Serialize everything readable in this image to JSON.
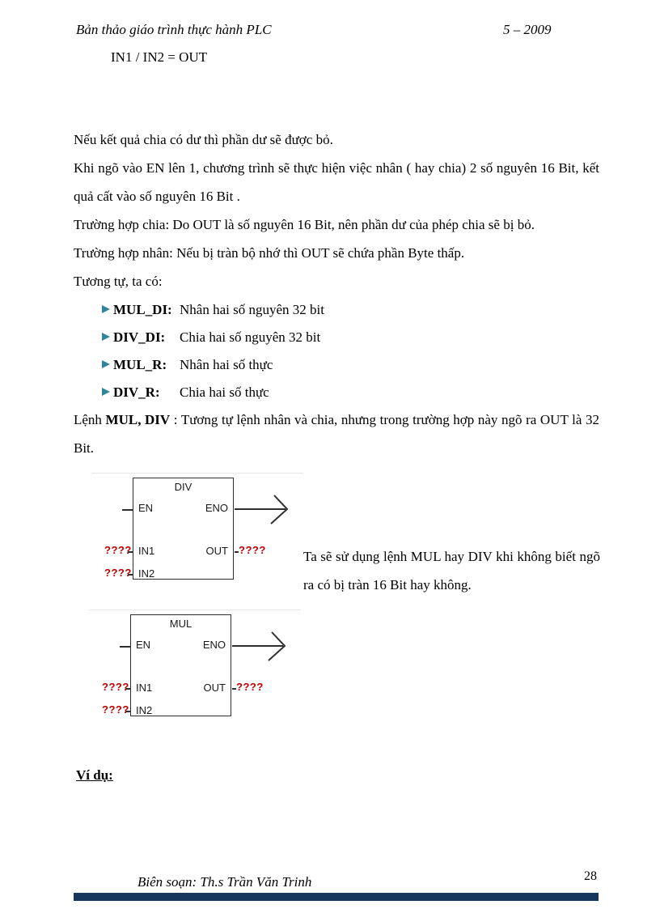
{
  "colors": {
    "placeholder_text": "#c00000",
    "footer_bar": "#17365D",
    "bullet_icon": "#31849B"
  },
  "header": {
    "left": "Bản thảo giáo trình thực hành PLC",
    "right": "5 – 2009"
  },
  "formula": "IN1 / IN2 = OUT",
  "body": {
    "paragraphs": [
      "Nếu kết quả chia có dư thì phần dư sẽ được bỏ.",
      "Khi ngõ vào EN lên 1, chương trình sẽ thực hiện việc nhân ( hay chia) 2 số nguyên 16 Bit, kết quả cất vào số nguyên 16 Bit .",
      "Trường hợp chia:  Do OUT là số nguyên 16 Bit, nên phần dư của phép chia sẽ bị bỏ.",
      "Trường hợp nhân: Nếu bị tràn bộ nhớ thì OUT sẽ chứa phần Byte thấp.",
      "Tương tự, ta có:"
    ],
    "bullets": [
      {
        "term": "MUL_DI:",
        "desc": "Nhân hai số nguyên 32 bit"
      },
      {
        "term": "DIV_DI:",
        "desc": "Chia hai số nguyên 32 bit"
      },
      {
        "term": "MUL_R:",
        "desc": "Nhân hai số thực"
      },
      {
        "term": "DIV_R:",
        "desc": "Chia hai số thực"
      }
    ],
    "mul_div_note": {
      "prefix": "Lệnh ",
      "bold": "MUL, DIV",
      "rest": " : Tương tự lệnh nhân và chia, nhưng trong trường hợp này ngõ ra OUT là 32 Bit."
    },
    "side_note": "Ta sẽ sử dụng lệnh MUL hay DIV khi không biết ngõ ra có bị tràn 16 Bit hay không.",
    "example_label": "Ví dụ:"
  },
  "diagrams": [
    {
      "title": "DIV",
      "en": "EN",
      "eno": "ENO",
      "in1": "IN1",
      "in2": "IN2",
      "out": "OUT",
      "in1_value": "????",
      "in2_value": "????",
      "out_value": "????"
    },
    {
      "title": "MUL",
      "en": "EN",
      "eno": "ENO",
      "in1": "IN1",
      "in2": "IN2",
      "out": "OUT",
      "in1_value": "????",
      "in2_value": "????",
      "out_value": "????"
    }
  ],
  "footer": {
    "author": "Biên soạn: Th.s Trần Văn Trinh",
    "page_number": "28"
  }
}
